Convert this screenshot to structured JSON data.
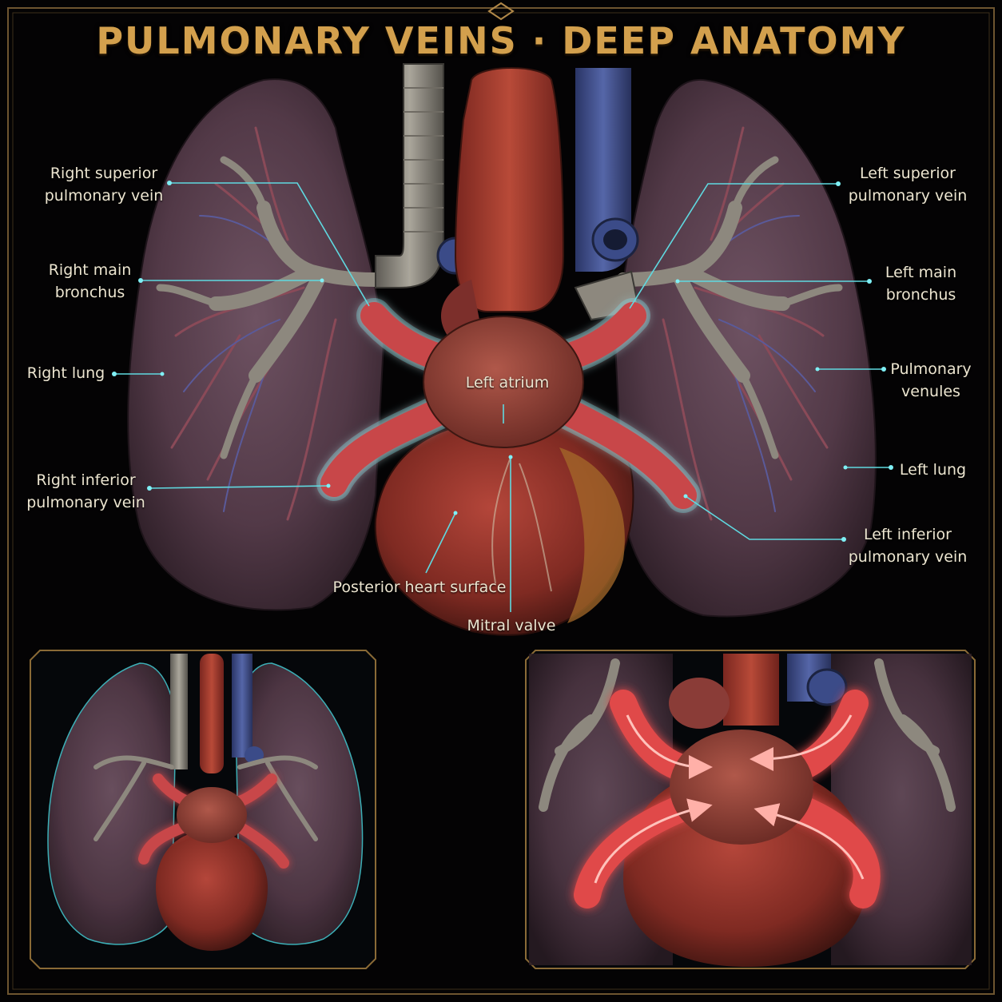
{
  "title": "PULMONARY VEINS · DEEP ANATOMY",
  "labels": {
    "right_superior_pulmonary_vein": [
      "Right superior",
      "pulmonary vein"
    ],
    "right_main_bronchus": [
      "Right main",
      "bronchus"
    ],
    "right_lung": "Right lung",
    "right_inferior_pulmonary_vein": [
      "Right inferior",
      "pulmonary vein"
    ],
    "left_superior_pulmonary_vein": [
      "Left superior",
      "pulmonary vein"
    ],
    "left_main_bronchus": [
      "Left main",
      "bronchus"
    ],
    "pulmonary_venules": [
      "Pulmonary",
      "venules"
    ],
    "left_lung": "Left lung",
    "left_inferior_pulmonary_vein": [
      "Left inferior",
      "pulmonary vein"
    ],
    "left_atrium": "Left atrium",
    "posterior_heart_surface": "Posterior heart surface",
    "mitral_valve": "Mitral valve"
  },
  "colors": {
    "title_gold": "#d3a04d",
    "frame_gold": "#8a6a36",
    "leader_cyan": "#5fd9e0",
    "label_text": "#ece5d0",
    "lung": "#5b3f4d",
    "vein_red": "#c8474a",
    "aorta_red": "#a73a2e",
    "svc_blue": "#3d4f8c",
    "trachea_gray": "#8e8a80",
    "flow_glow": "#ff5a5a"
  },
  "icons": {
    "flow_arrows": "flow-arrow-icon",
    "frame_ornament": "diamond-ornament-icon"
  }
}
